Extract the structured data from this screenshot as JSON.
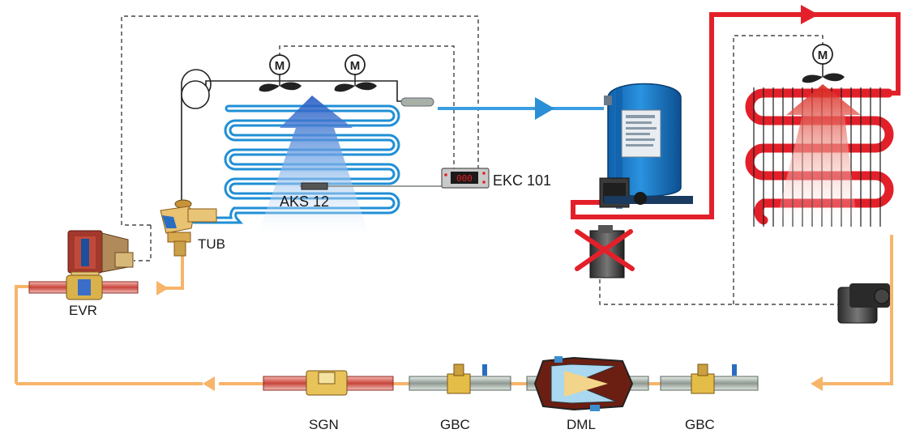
{
  "labels": {
    "evr": "EVR",
    "tub": "TUB",
    "aks": "AKS 12",
    "ekc": "EKC 101",
    "sgn": "SGN",
    "gbc_left": "GBC",
    "dml": "DML",
    "gbc_right": "GBC"
  },
  "controller_display": "000",
  "motor_symbol": "M",
  "colors": {
    "evaporator_coil": "#1f8fd6",
    "suction_line": "#3a9ee0",
    "discharge_line": "#e3202a",
    "condenser_coil": "#e3202a",
    "liquid_line": "#f7b56a",
    "signal_line": "#222222",
    "airflow_cold": "#2a6fd0",
    "airflow_hot": "#e03c2c",
    "compressor": "#1a7fd0",
    "dryer_shell": "#a9d8f0",
    "dryer_core": "#6b1f12",
    "cross_mark": "#e3202a"
  },
  "icons": {
    "evaporator_fan_1": "fan-motor-icon",
    "evaporator_fan_2": "fan-motor-icon",
    "condenser_fan": "fan-motor-icon",
    "disabled_component": "red-cross-icon",
    "flow_direction": "arrowhead-icon"
  }
}
